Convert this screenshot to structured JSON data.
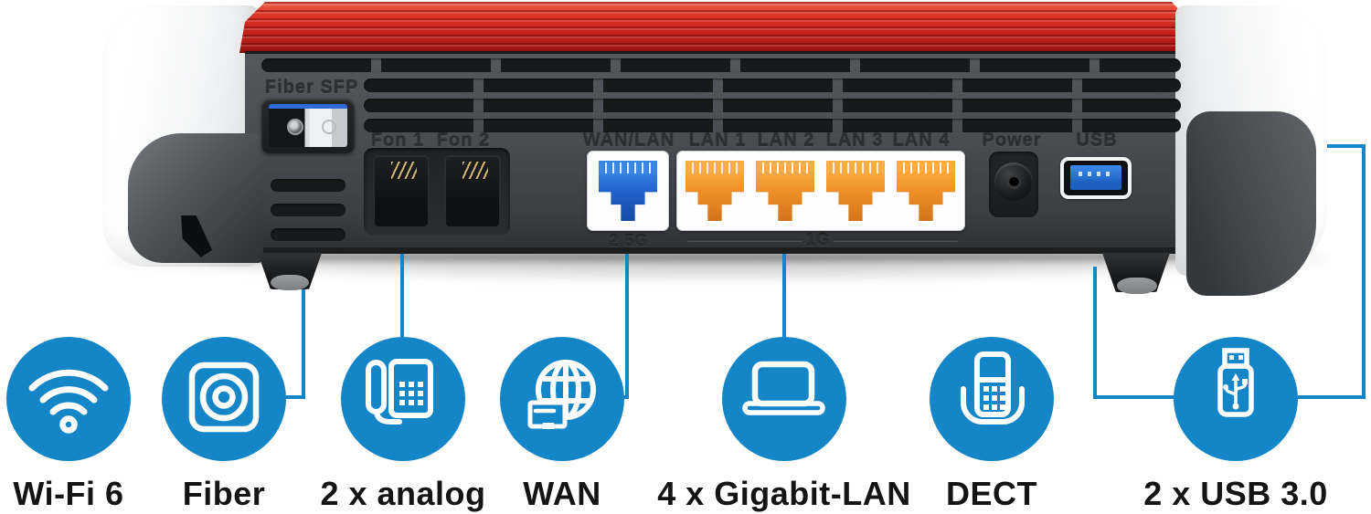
{
  "colors": {
    "accent_blue": "#1486c7",
    "brand_red": "#cf2721",
    "panel_gray": "#4a4e52",
    "lan_orange": "#f0912a",
    "wan_port_blue": "#2063cc",
    "label_black": "#141414"
  },
  "rear_panel": {
    "sfp_label": "Fiber SFP",
    "fon1_label": "Fon 1",
    "fon2_label": "Fon 2",
    "wan_label": "WAN/LAN",
    "lan_labels": [
      "LAN 1",
      "LAN 2",
      "LAN 3",
      "LAN 4"
    ],
    "power_label": "Power",
    "usb_label": "USB",
    "wan_speed": "2.5G",
    "lan_speed": "1G"
  },
  "features": [
    {
      "icon": "wifi-icon",
      "label": "Wi-Fi 6"
    },
    {
      "icon": "fiber-outlet-icon",
      "label": "Fiber"
    },
    {
      "icon": "analog-phone-icon",
      "label": "2 x analog"
    },
    {
      "icon": "wan-globe-icon",
      "label": "WAN"
    },
    {
      "icon": "laptop-lan-icon",
      "label": "4 x Gigabit-LAN"
    },
    {
      "icon": "dect-handset-icon",
      "label": "DECT"
    },
    {
      "icon": "usb-stick-icon",
      "label": "2 x USB 3.0"
    }
  ]
}
